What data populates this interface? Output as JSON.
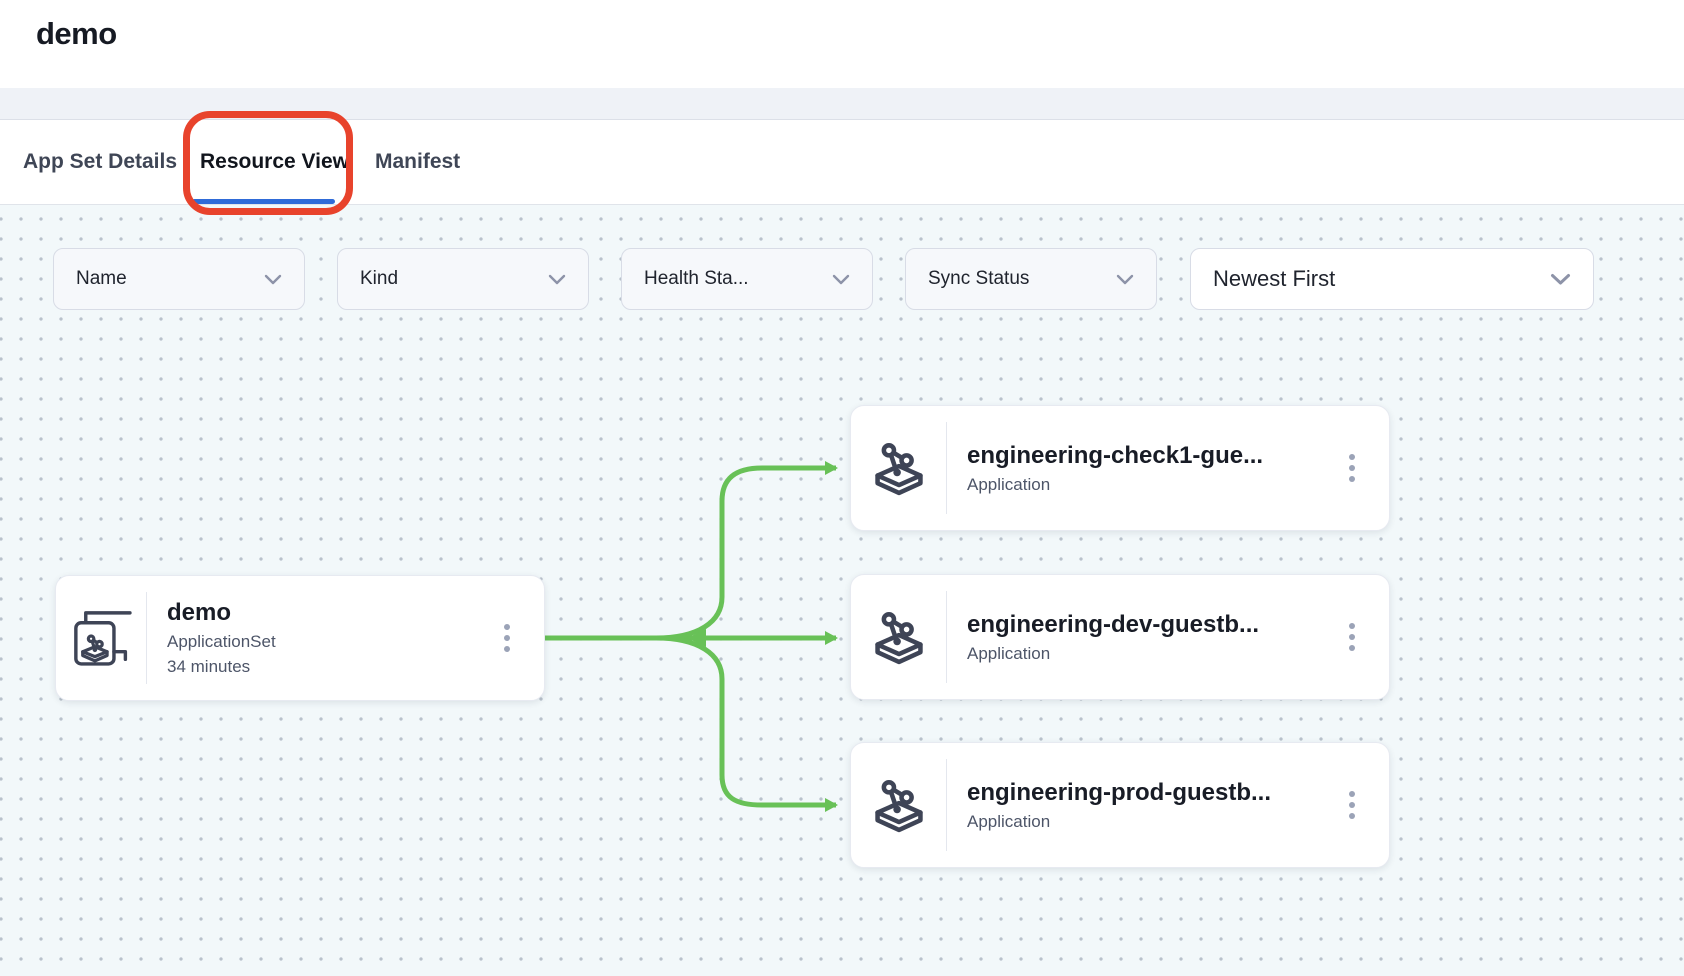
{
  "page": {
    "title": "demo"
  },
  "tabs": [
    {
      "label": "App Set Details",
      "active": false
    },
    {
      "label": "Resource View",
      "active": true
    },
    {
      "label": "Manifest",
      "active": false
    }
  ],
  "filters": [
    {
      "label": "Name"
    },
    {
      "label": "Kind"
    },
    {
      "label": "Health Sta..."
    },
    {
      "label": "Sync Status"
    },
    {
      "label": "Newest First"
    }
  ],
  "graph": {
    "root": {
      "title": "demo",
      "kind": "ApplicationSet",
      "age": "34 minutes"
    },
    "children": [
      {
        "title": "engineering-check1-gue...",
        "kind": "Application"
      },
      {
        "title": "engineering-dev-guestb...",
        "kind": "Application"
      },
      {
        "title": "engineering-prod-guestb...",
        "kind": "Application"
      }
    ]
  },
  "icons": {
    "root_node": "applicationset-icon",
    "child_node": "application-icon",
    "node_menu": "kebab-menu-icon",
    "filter_caret": "chevron-down-icon"
  },
  "colors": {
    "edge": "#68c157",
    "tab_underline": "#2f6bd8",
    "annotation": "#e8432c"
  }
}
